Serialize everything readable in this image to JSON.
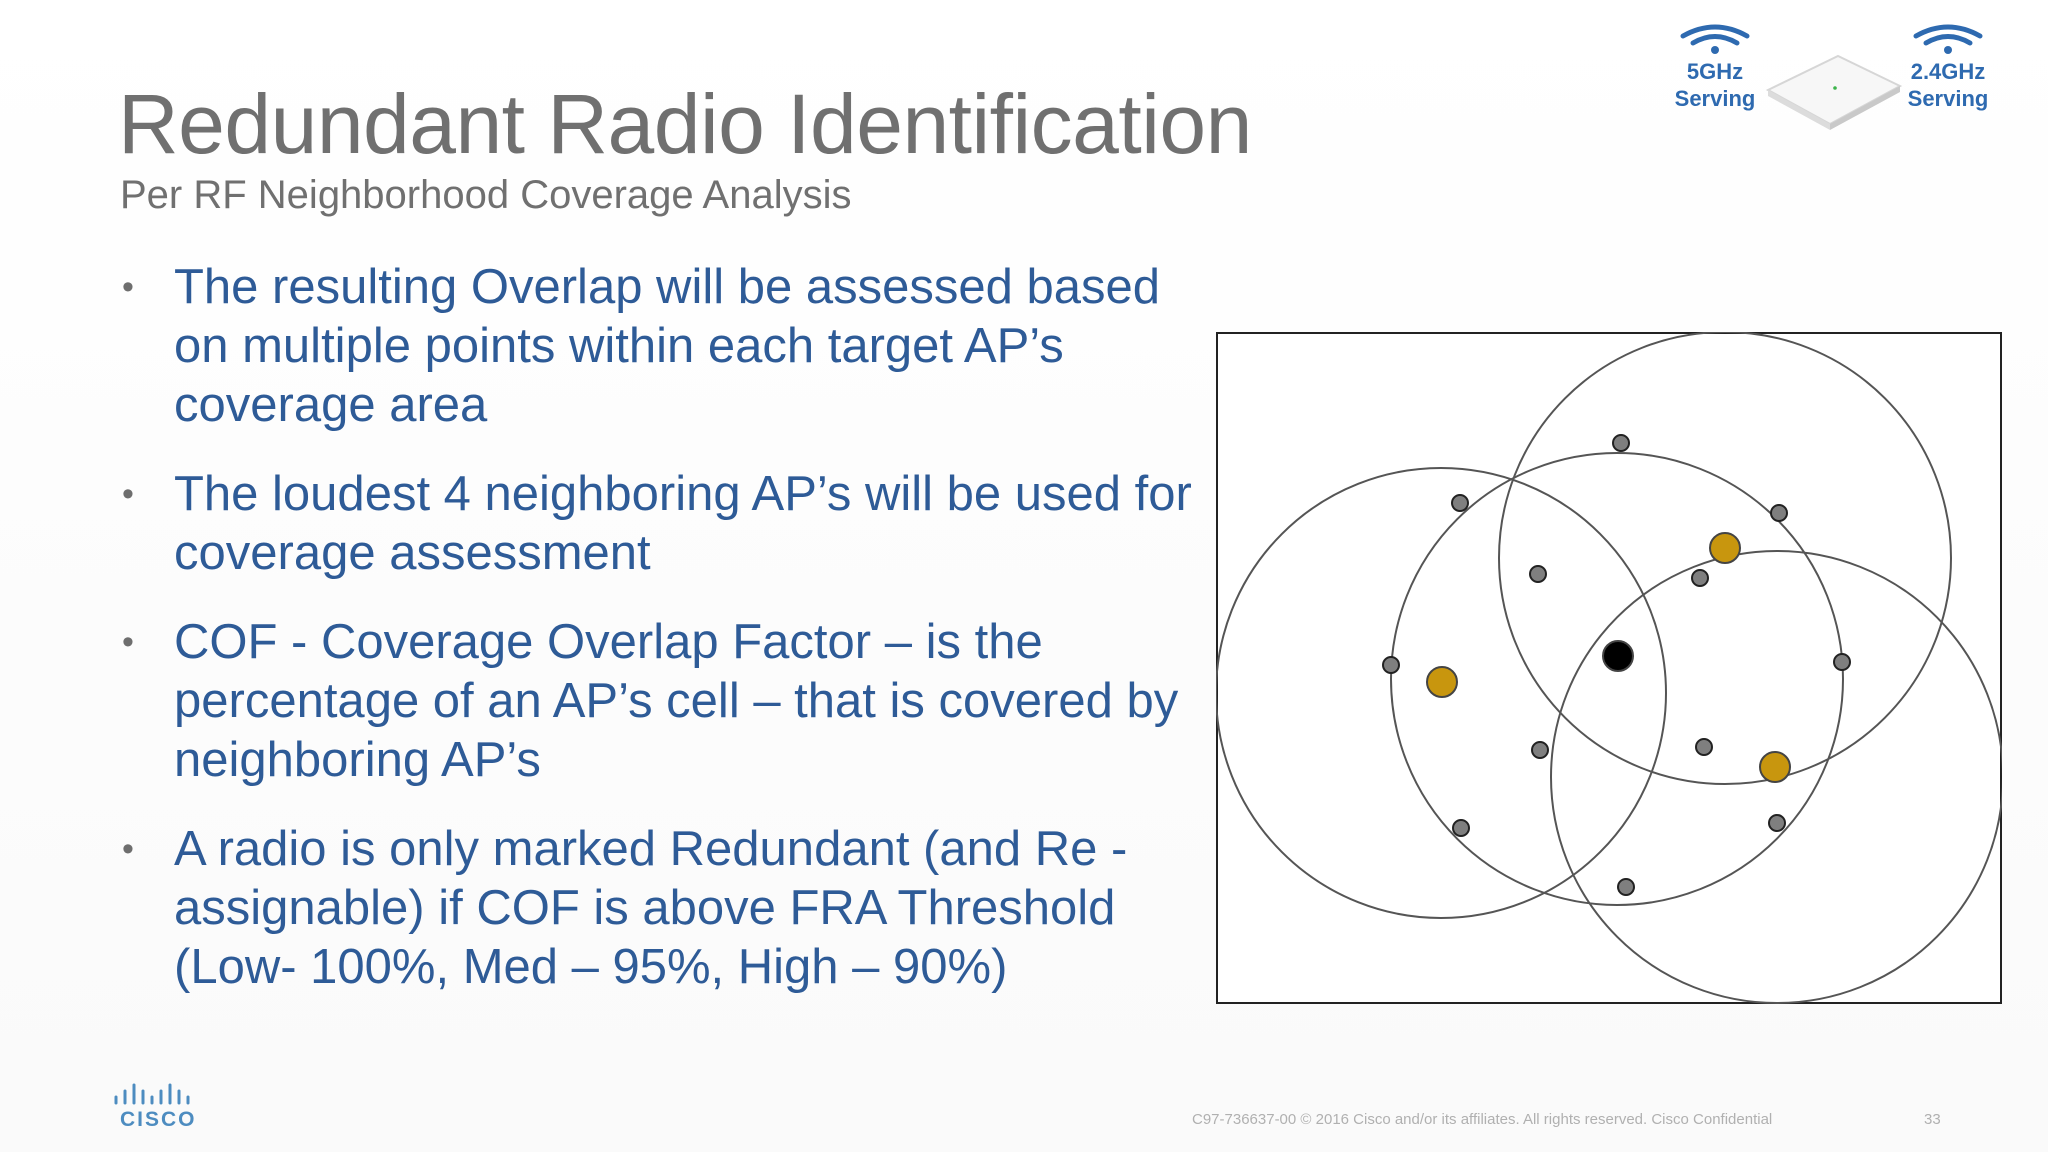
{
  "slide": {
    "title": "Redundant Radio Identification",
    "subtitle": "Per RF Neighborhood Coverage Analysis",
    "bullets": [
      "The resulting Overlap will be assessed based on multiple points within each target AP’s coverage area",
      "The loudest 4 neighboring AP’s will be used for coverage assessment",
      "COF - Coverage Overlap Factor – is the percentage of an AP’s cell – that is covered by neighboring AP’s",
      "A radio is only marked Redundant (and Re - assignable) if COF is above FRA Threshold (Low- 100%, Med – 95%, High – 90%)"
    ],
    "bullet_marker": "•"
  },
  "header_badges": {
    "left_label": "5GHz\nServing",
    "right_label": "2.4GHz\nServing"
  },
  "logo": {
    "text": "CISCO"
  },
  "footer": {
    "copyright": "C97-736637-00 © 2016  Cisco and/or its affiliates. All rights reserved.   Cisco Confidential",
    "page_number": "33"
  },
  "colors": {
    "title": "#707070",
    "bullet_text": "#2e5b97",
    "badge_text": "#2e6ab0",
    "sample_point": "#7f7f7f",
    "neighbor_ap": "#c8960e",
    "target_ap": "#000000",
    "coverage_circle": "#555555"
  }
}
